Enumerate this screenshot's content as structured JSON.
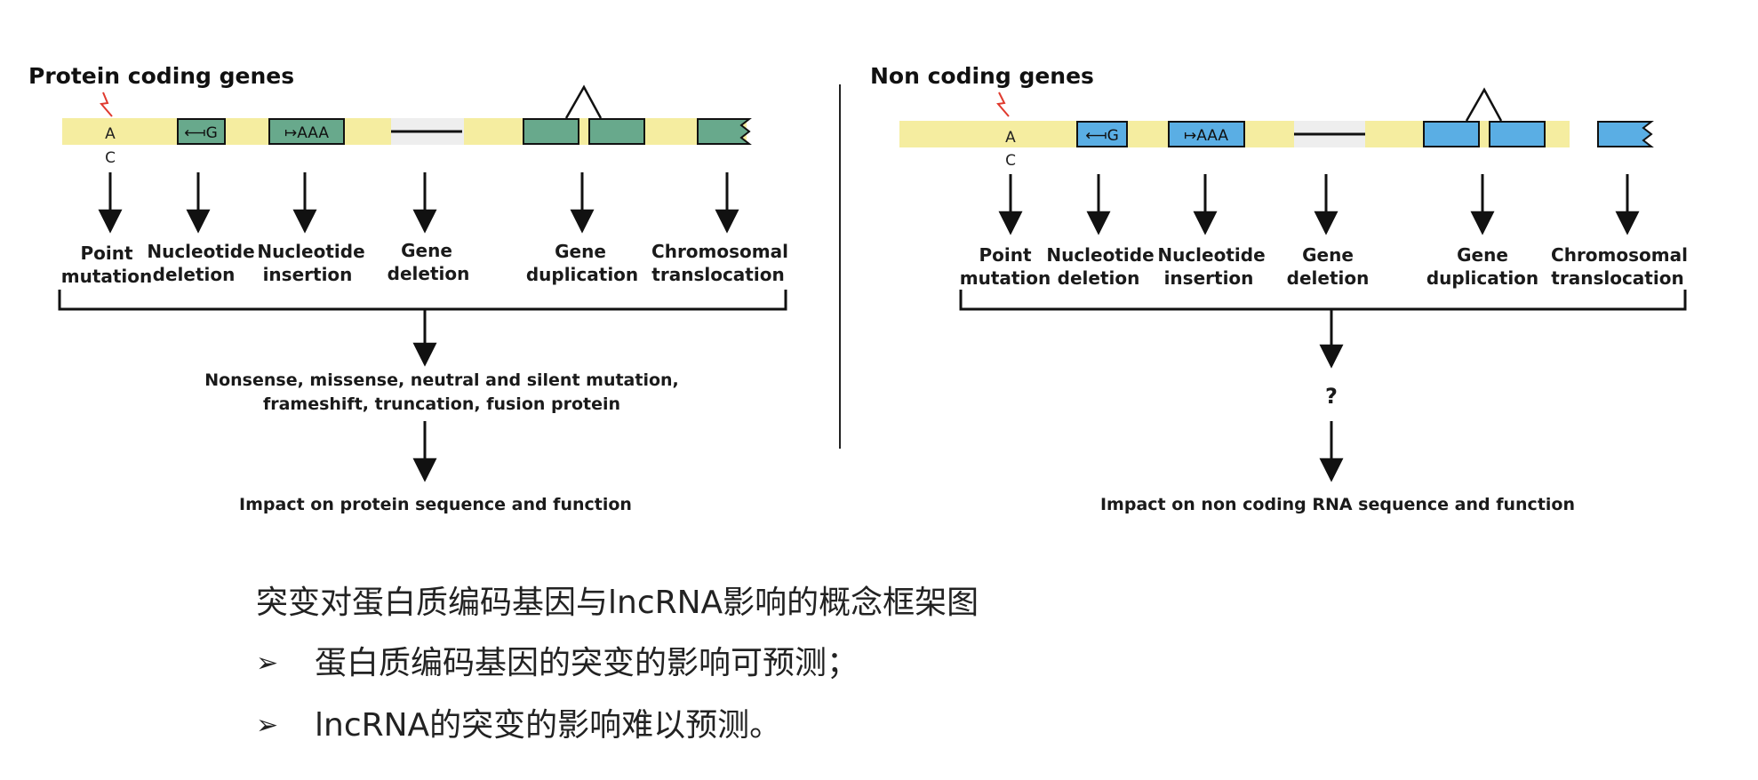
{
  "protein_panel": {
    "title": "Protein coding genes",
    "box_color": "#68a98c",
    "point_bases": [
      "A",
      "C"
    ],
    "deletion_box_text": "⟻G",
    "insertion_box_text": "↦AAA",
    "mutations": [
      {
        "line1": "Point",
        "line2": "mutation"
      },
      {
        "line1": "Nucleotide",
        "line2": "deletion"
      },
      {
        "line1": "Nucleotide",
        "line2": "insertion"
      },
      {
        "line1": "Gene",
        "line2": "deletion"
      },
      {
        "line1": "Gene",
        "line2": "duplication"
      },
      {
        "line1": "Chromosomal",
        "line2": "translocation"
      }
    ],
    "consequence_line1": "Nonsense, missense, neutral and silent mutation,",
    "consequence_line2": "frameshift, truncation, fusion protein",
    "impact": "Impact on protein sequence and function"
  },
  "noncoding_panel": {
    "title": "Non coding genes",
    "box_color": "#5aaee4",
    "point_bases": [
      "A",
      "C"
    ],
    "deletion_box_text": "⟻G",
    "insertion_box_text": "↦AAA",
    "mutations": [
      {
        "line1": "Point",
        "line2": "mutation"
      },
      {
        "line1": "Nucleotide",
        "line2": "deletion"
      },
      {
        "line1": "Nucleotide",
        "line2": "insertion"
      },
      {
        "line1": "Gene",
        "line2": "deletion"
      },
      {
        "line1": "Gene",
        "line2": "duplication"
      },
      {
        "line1": "Chromosomal",
        "line2": "translocation"
      }
    ],
    "consequence": "?",
    "impact": "Impact on non coding RNA sequence and function"
  },
  "colors": {
    "chromosome": "#f5eda0",
    "gap": "#eeeeee",
    "lightning": "#e03a2e"
  },
  "caption": {
    "title": "突变对蛋白质编码基因与lncRNA影响的概念框架图",
    "bullet": "➢",
    "items": [
      "蛋白质编码基因的突变的影响可预测；",
      "lncRNA的突变的影响难以预测。"
    ]
  }
}
